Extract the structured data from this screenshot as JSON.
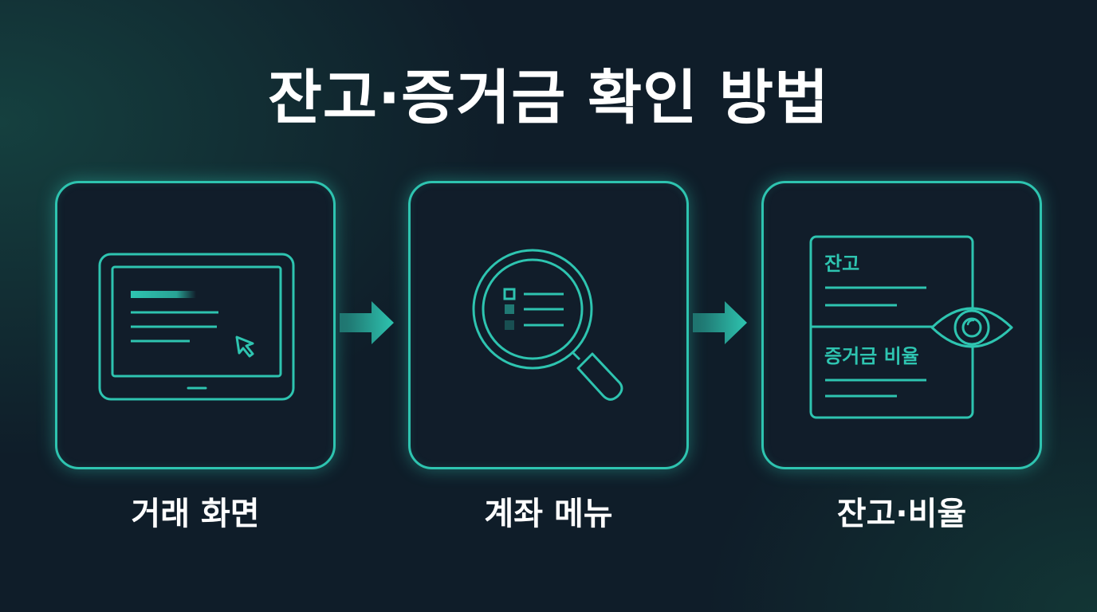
{
  "title": "잔고·증거금 확인 방법",
  "steps": [
    {
      "caption": "거래 화면",
      "icon": "monitor-cursor-icon"
    },
    {
      "caption": "계좌 메뉴",
      "icon": "magnifier-list-icon"
    },
    {
      "caption": "잔고·비율",
      "icon": "document-eye-icon"
    }
  ],
  "document": {
    "label_balance": "잔고",
    "label_margin_ratio": "증거금 비율"
  },
  "colors": {
    "accent": "#2ec4b0",
    "background": "#0f1d29",
    "card_background": "#111d2a",
    "text": "#ffffff"
  }
}
